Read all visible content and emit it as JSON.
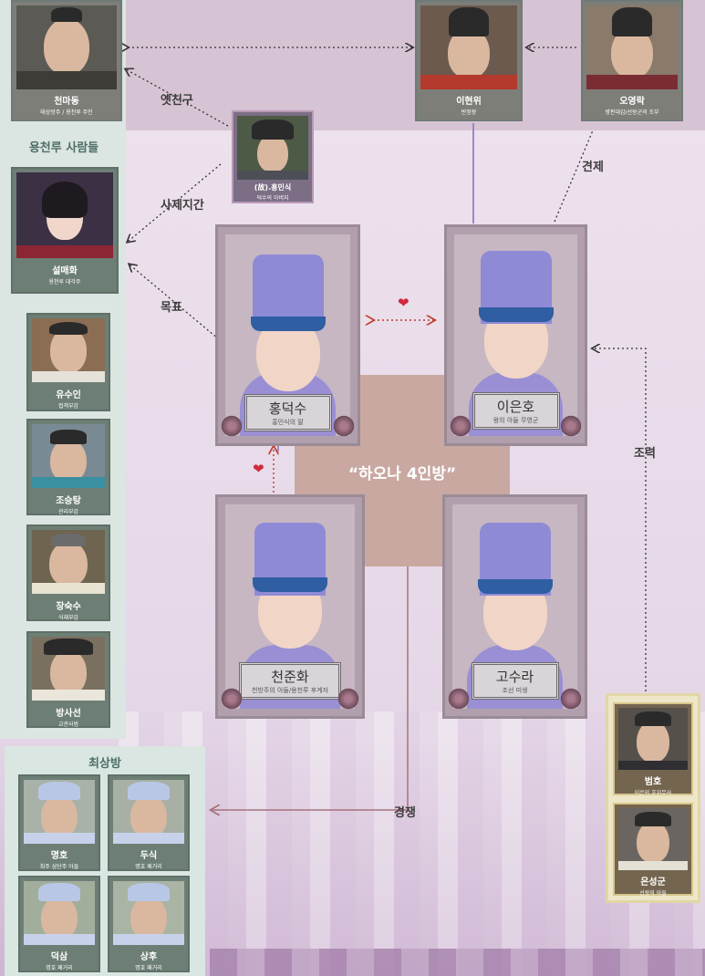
{
  "title": "“하오나 4인방”",
  "sections": {
    "yongcheonru": "용천루 사람들",
    "choisangbang": "최상방"
  },
  "relations": {
    "old_friend": "옛친구",
    "mentor": "사제지간",
    "target": "목표",
    "restraint": "견제",
    "cooperation": "조력",
    "rivalry": "경쟁"
  },
  "top_cast": [
    {
      "name": "천마동",
      "role": "태상방주 / 용천루 주인"
    },
    {
      "name": "이현위",
      "role": "반정왕"
    },
    {
      "name": "오영락",
      "role": "병판대감/선왕군의 조부"
    },
    {
      "name": "(故).홍민식",
      "role": "덕수의 아버지"
    }
  ],
  "yongcheonru_cast": [
    {
      "name": "설매화",
      "role": "용천루 대각주"
    },
    {
      "name": "유수인",
      "role": "접객부감"
    },
    {
      "name": "조승탕",
      "role": "관리부감"
    },
    {
      "name": "장숙수",
      "role": "식재부감"
    },
    {
      "name": "방사선",
      "role": "교관사범"
    }
  ],
  "main_four": [
    {
      "name": "홍덕수",
      "role": "홍민식의 딸"
    },
    {
      "name": "이은호",
      "role": "왕의 아들 무영군"
    },
    {
      "name": "천준화",
      "role": "천방주의 아들/용천루 후계자"
    },
    {
      "name": "고수라",
      "role": "조선 미생"
    }
  ],
  "choisangbang_cast": [
    {
      "name": "명호",
      "role": "최주 삼단주 아들"
    },
    {
      "name": "두식",
      "role": "명호 패거리"
    },
    {
      "name": "덕삼",
      "role": "명호 패거리"
    },
    {
      "name": "상후",
      "role": "명호 패거리"
    }
  ],
  "right_cast": [
    {
      "name": "범호",
      "role": "이은의 호위무사"
    },
    {
      "name": "은성군",
      "role": "선왕의 아들"
    }
  ],
  "colors": {
    "hub": "#c8a8a0",
    "arrow_dotted": "#333333",
    "arrow_red": "#c0392b",
    "heart": "#d02a3c"
  }
}
